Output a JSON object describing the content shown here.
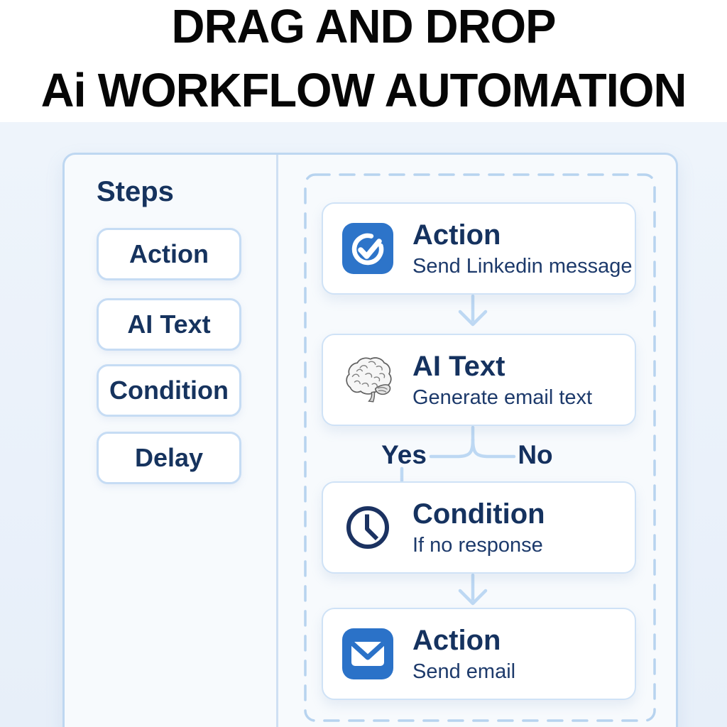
{
  "header": {
    "title_line1": "DRAG AND DROP",
    "title_line2": "Ai WORKFLOW AUTOMATION"
  },
  "sidebar": {
    "heading": "Steps",
    "items": [
      {
        "label": "Action"
      },
      {
        "label": "AI Text"
      },
      {
        "label": "Condition"
      },
      {
        "label": "Delay"
      }
    ]
  },
  "canvas": {
    "nodes": [
      {
        "icon": "check-circle-icon",
        "title": "Action",
        "subtitle": "Send Linkedin message"
      },
      {
        "icon": "brain-icon",
        "title": "AI Text",
        "subtitle": "Generate email text"
      },
      {
        "icon": "clock-icon",
        "title": "Condition",
        "subtitle": "If no response"
      },
      {
        "icon": "mail-icon",
        "title": "Action",
        "subtitle": "Send email"
      }
    ],
    "branch": {
      "yes_label": "Yes",
      "no_label": "No"
    }
  },
  "colors": {
    "accent_blue": "#2d74c9",
    "navy_text": "#16335e",
    "connector_blue": "#bdd8f3",
    "dashed_border": "#b7d3ef",
    "card_border": "#cfe2f6",
    "panel_border": "#bed7f1",
    "panel_bg": "#f7fafd",
    "stage_bg": "#ecf2fa"
  }
}
